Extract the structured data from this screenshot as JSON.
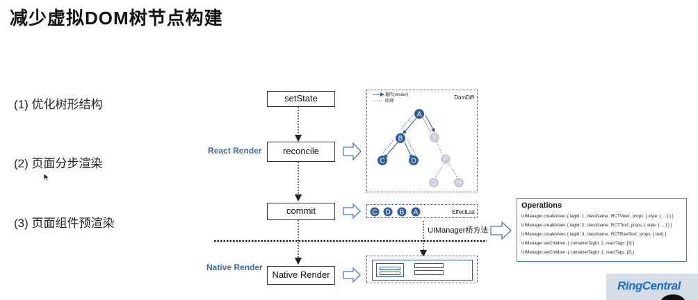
{
  "slide": {
    "title": "减少虚拟DOM树节点构建",
    "points": [
      "(1) 优化树形结构",
      "(2) 页面分步渲染",
      "(3) 页面组件预渲染"
    ]
  },
  "flow": {
    "set_state": "setState",
    "reconcile": "reconcile",
    "commit": "commit",
    "native_render": "Native Render",
    "react_render_label": "React Render",
    "native_render_label": "Native Render",
    "bridge_label": "UIManager桥方法"
  },
  "domdiff": {
    "title": "DomDiff",
    "legend_traverse": "遍历(render)",
    "legend_back": "回溯",
    "nodes": [
      {
        "id": "A",
        "active": true
      },
      {
        "id": "B",
        "active": true
      },
      {
        "id": "C",
        "active": true
      },
      {
        "id": "D",
        "active": true
      },
      {
        "id": "X",
        "active": false
      },
      {
        "id": "F",
        "active": false
      },
      {
        "id": "G",
        "active": false
      },
      {
        "id": "H",
        "active": false
      }
    ]
  },
  "effect_list": {
    "title": "EffectList",
    "items": [
      "C",
      "D",
      "B",
      "A"
    ]
  },
  "operations": {
    "title": "Operations",
    "lines": [
      "UIManager.createView: { tagId: 1, className: 'RCTView', props: { style: { ... } } }",
      "UIManager.createView: { tagId: 2, className: 'RCTText', props: { style: { ... } } }",
      "UIManager.createView: { tagId: 3, className: 'RCTRawText', props: { text} }",
      "UIManager.setChildren: { containerTagId: 2, reactTags: [3] }",
      "UIManager.setChildren: { containerTagId: 1, reactTags: [2] }"
    ]
  },
  "logo": "RingCentral",
  "colors": {
    "node_active": "#2f5d9c",
    "node_inactive": "#c9ccd6",
    "stage_label": "#3b6aa8",
    "arrow_outline": "#4a7bbd"
  }
}
